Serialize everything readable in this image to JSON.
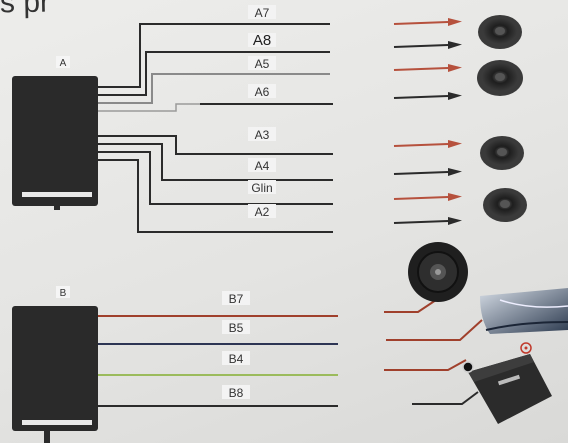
{
  "heading_fragment": "s pr",
  "unit_a": {
    "label": "A",
    "wires": [
      {
        "label": "A7",
        "color": "#2b2b2b",
        "arrow_color": "#b6513d"
      },
      {
        "label": "A8",
        "color": "#2b2b2b",
        "arrow_color": "#2b2b2b"
      },
      {
        "label": "A5",
        "color": "#8a8a8a",
        "arrow_color": "#b6513d"
      },
      {
        "label": "A6",
        "color": "#2b2b2b",
        "arrow_color": "#2b2b2b"
      },
      {
        "label": "A3",
        "color": "#2b2b2b",
        "arrow_color": "#b6513d"
      },
      {
        "label": "A4",
        "color": "#2b2b2b",
        "arrow_color": "#2b2b2b"
      },
      {
        "label": "Glin",
        "color": "#2b2b2b",
        "arrow_color": "#b6513d"
      },
      {
        "label": "A2",
        "color": "#2b2b2b",
        "arrow_color": "#2b2b2b"
      }
    ],
    "devices": [
      "speaker-icon",
      "speaker-icon",
      "speaker-icon",
      "speaker-icon"
    ]
  },
  "unit_b": {
    "label": "B",
    "wires": [
      {
        "label": "B7",
        "color": "#a0402c",
        "lead_color": "#a0402c"
      },
      {
        "label": "B5",
        "color": "#2d3554",
        "lead_color": "#a0402c"
      },
      {
        "label": "B4",
        "color": "#9bbb5c",
        "lead_color": "#a0402c"
      },
      {
        "label": "B8",
        "color": "#2b2b2b",
        "lead_color": "#2b2b2b"
      }
    ],
    "devices": [
      "horn-icon",
      "car-body-icon",
      "battery-icon"
    ]
  },
  "colors": {
    "connector": "#2a2a2a",
    "accent_red": "#b6513d",
    "battery_terminal": "#c0392b"
  }
}
